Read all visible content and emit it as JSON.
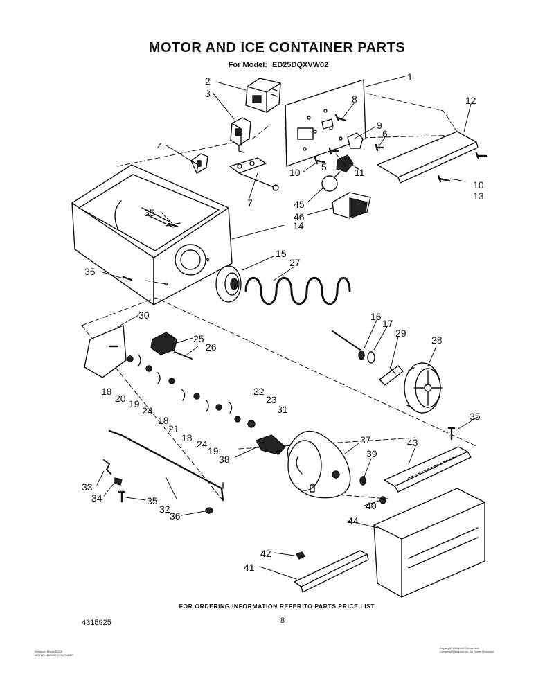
{
  "header": {
    "title": "MOTOR AND ICE CONTAINER PARTS",
    "model_prefix": "For Model:",
    "model": "ED25DQXVW02"
  },
  "callouts": [
    "1",
    "2",
    "3",
    "4",
    "5",
    "6",
    "7",
    "8",
    "9",
    "10",
    "10",
    "11",
    "12",
    "13",
    "14",
    "15",
    "16",
    "17",
    "18",
    "18",
    "18",
    "19",
    "19",
    "20",
    "21",
    "22",
    "23",
    "24",
    "24",
    "25",
    "26",
    "27",
    "28",
    "29",
    "30",
    "31",
    "32",
    "33",
    "34",
    "35",
    "35",
    "35",
    "35",
    "36",
    "37",
    "38",
    "39",
    "40",
    "41",
    "42",
    "43",
    "44",
    "45",
    "46"
  ],
  "footer": {
    "ordering_info": "FOR ORDERING INFORMATION REFER TO PARTS PRICE LIST",
    "document_number": "4315925",
    "page_number": "8",
    "fine_print_left": [
      "Whirlpool Model ED25",
      "MOTOR AND ICE CONTAINER"
    ],
    "fine_print_right": [
      "Copyright Whirlpool Corporation",
      "Copyright Whirlpool Inc. All Rights Reserved"
    ]
  }
}
